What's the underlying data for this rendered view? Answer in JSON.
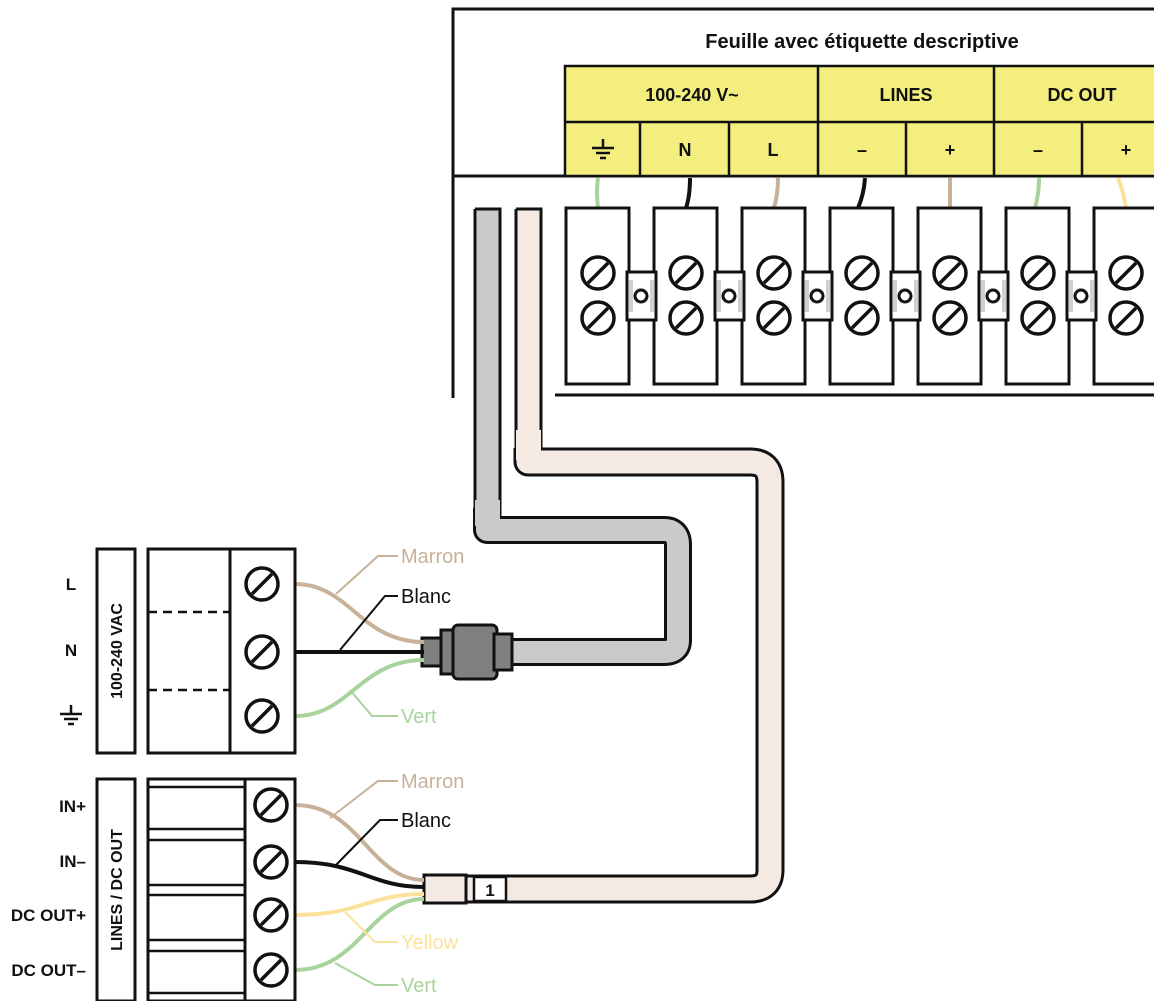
{
  "colors": {
    "label_yellow": "#f3ee7e",
    "wire_brown": "#c7b299",
    "wire_green": "#a9d39c",
    "wire_yellow": "#fbe29a",
    "wire_black": "#111111",
    "cable_grey": "#c9cacc",
    "cable_cream": "#f5e9e4",
    "connector_grey": "#808080"
  },
  "label_sheet": {
    "title": "Feuille avec étiquette descriptive",
    "groups": [
      "100-240 V~",
      "LINES",
      "DC OUT"
    ],
    "terminals": [
      "ground",
      "N",
      "L",
      "–",
      "+",
      "–",
      "+"
    ],
    "ground_icon": "ground-icon"
  },
  "ac_connector": {
    "side_label": "100-240 VAC",
    "pins": [
      "L",
      "N"
    ],
    "ground_icon": "ground-icon",
    "callouts": {
      "brown": "Marron",
      "black": "Blanc",
      "green": "Vert"
    }
  },
  "dc_connector": {
    "side_label": "LINES / DC OUT",
    "pins": [
      "IN+",
      "IN–",
      "DC OUT+",
      "DC OUT–"
    ],
    "callouts": {
      "brown": "Marron",
      "black": "Blanc",
      "yellow": "Yellow",
      "green": "Vert"
    },
    "cable_marker": "1"
  }
}
